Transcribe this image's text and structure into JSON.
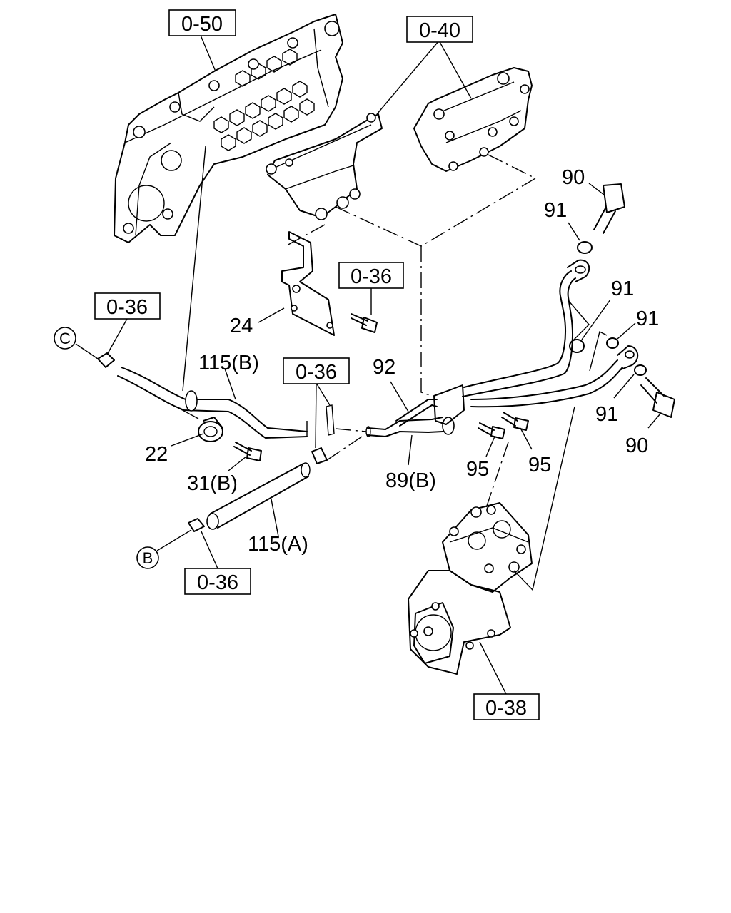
{
  "refs": {
    "r050": "0-50",
    "r040": "0-40",
    "r036_bracket": "0-36",
    "r036_left": "0-36",
    "r036_mid": "0-36",
    "r036_bottom": "0-36",
    "r038": "0-38"
  },
  "callouts": {
    "c_C": "C",
    "c_B": "B"
  },
  "labels": {
    "p90_top": "90",
    "p91_top": "91",
    "p91_mid": "91",
    "p91_right": "91",
    "p91_low": "91",
    "p90_low": "90",
    "p24": "24",
    "p115B": "115(B)",
    "p92": "92",
    "p22": "22",
    "p31B": "31(B)",
    "p89B": "89(B)",
    "p95a": "95",
    "p95b": "95",
    "p115A": "115(A)"
  }
}
